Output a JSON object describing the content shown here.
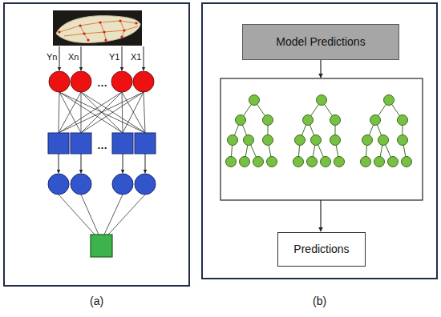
{
  "diagram": {
    "nodes": [
      {
        "text": [
          "Model Predictions"
        ]
      },
      {
        "text": [
          "Predictions"
        ]
      }
    ],
    "labels": [
      "Yn",
      "Xn",
      "Y1",
      "X1",
      "…",
      "…",
      "(a)",
      "(b)"
    ]
  }
}
